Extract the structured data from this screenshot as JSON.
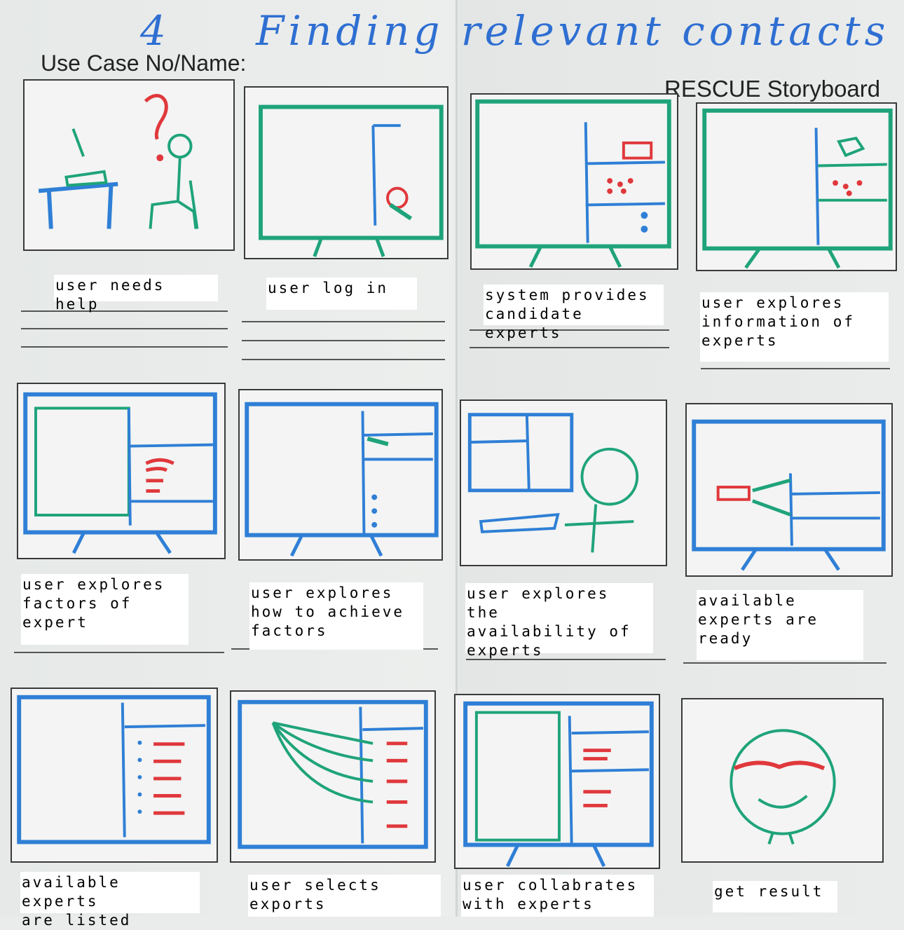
{
  "header": {
    "use_case_label": "Use Case No/Name:",
    "handwritten_number": "4",
    "handwritten_title": "Finding relevant contacts",
    "storyboard_label": "RESCUE Storyboard"
  },
  "panels": [
    {
      "caption": "user needs help"
    },
    {
      "caption": "user log in"
    },
    {
      "caption": "system provides\ncandidate experts"
    },
    {
      "caption": "user explores\ninformation of\nexperts"
    },
    {
      "caption": "user explores\nfactors of\nexpert"
    },
    {
      "caption": "user explores\nhow to achieve\nfactors"
    },
    {
      "caption": "user explores the\navailability of\nexperts"
    },
    {
      "caption": "available\nexperts are\nready"
    },
    {
      "caption": "available experts\nare listed"
    },
    {
      "caption": "user selects\nexports"
    },
    {
      "caption": "user collabrates\nwith experts"
    },
    {
      "caption": "get result"
    }
  ],
  "colors": {
    "blue_marker": "#2f7fd6",
    "green_marker": "#1fa37a",
    "red_marker": "#e0383c"
  }
}
